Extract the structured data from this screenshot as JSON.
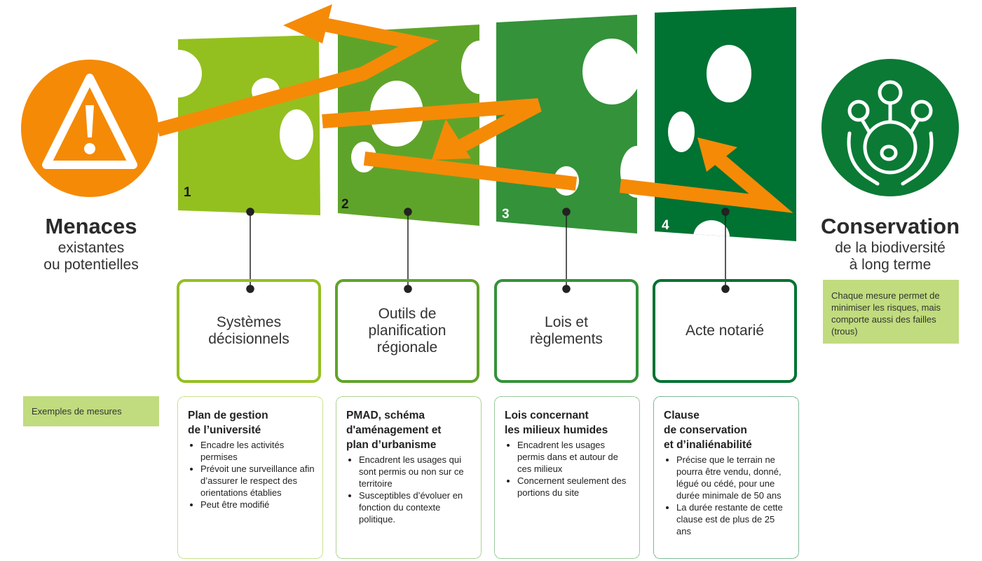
{
  "threat": {
    "title": "Menaces",
    "subtitle_line1": "existantes",
    "subtitle_line2": "ou potentielles",
    "icon": "warning-triangle-icon",
    "color": "#f58a07"
  },
  "conservation": {
    "title": "Conservation",
    "subtitle_line1": "de la biodiversité",
    "subtitle_line2": "à long terme",
    "icon": "hands-globe-trees-icon",
    "color": "#0b7a35"
  },
  "side_note": "Chaque mesure permet de minimiser les risques, mais comporte aussi des failles (trous)",
  "examples_label": "Exemples de mesures",
  "colors": {
    "slice1": "#93c01f",
    "slice2": "#5fa42a",
    "slice3": "#34923a",
    "slice4": "#007232",
    "arrow": "#f58a07",
    "note_bg": "#c0dc7e"
  },
  "layers": [
    {
      "number": "1",
      "label_lines": [
        "Systèmes",
        "décisionnels"
      ],
      "example_title": "Plan de gestion\nde l’université",
      "bullets": [
        "Encadre les activités permises",
        "Prévoit une surveillance afin d’assurer le respect des orientations établies",
        "Peut être modifié"
      ]
    },
    {
      "number": "2",
      "label_lines": [
        "Outils de",
        "planification",
        "régionale"
      ],
      "example_title": "PMAD, schéma\nd'aménagement et\nplan d’urbanisme",
      "bullets": [
        "Encadrent les usages qui sont permis ou non sur ce territoire",
        "Susceptibles d’évoluer en fonction du contexte politique."
      ]
    },
    {
      "number": "3",
      "label_lines": [
        "Lois et",
        "règlements"
      ],
      "example_title": "Lois concernant\nles milieux humides",
      "bullets": [
        "Encadrent les usages permis dans et autour de ces milieux",
        "Concernent seulement des portions du site"
      ]
    },
    {
      "number": "4",
      "label_lines": [
        "Acte notarié"
      ],
      "example_title": "Clause\nde conservation\net d’inaliénabilité",
      "bullets": [
        "Précise que le terrain ne pourra être vendu, donné, légué ou cédé, pour une durée minimale de 50 ans",
        "La durée restante de cette clause est de plus de 25 ans"
      ]
    }
  ]
}
